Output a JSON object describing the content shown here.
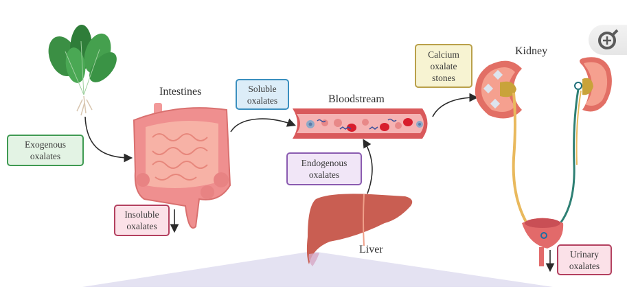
{
  "diagram": {
    "titles": {
      "intestines": "Intestines",
      "bloodstream": "Bloodstream",
      "kidney": "Kidney",
      "liver": "Liver"
    },
    "labels": {
      "exogenous": [
        "Exogenous",
        "oxalates"
      ],
      "soluble": [
        "Soluble",
        "oxalates"
      ],
      "insoluble": [
        "Insoluble",
        "oxalates"
      ],
      "endogenous": [
        "Endogenous",
        "oxalates"
      ],
      "calcium": [
        "Calcium",
        "oxalate",
        "stones"
      ],
      "urinary": [
        "Urinary",
        "oxalates"
      ]
    },
    "label_colors": {
      "exogenous": {
        "border": "#3f9a52",
        "fill": "#e3f3e4"
      },
      "soluble": {
        "border": "#3a8fbf",
        "fill": "#dcedf8"
      },
      "insoluble": {
        "border": "#b3405f",
        "fill": "#fbe1e8"
      },
      "endogenous": {
        "border": "#8a5bb0",
        "fill": "#f1e6f7"
      },
      "calcium": {
        "border": "#b9a04a",
        "fill": "#f7f3d2"
      },
      "urinary": {
        "border": "#b3405f",
        "fill": "#fbe1e8"
      }
    },
    "flow": [
      "Exogenous oxalates (plant) -> Intestines",
      "Intestines -> Insoluble oxalates (excreted)",
      "Intestines -> Soluble oxalates -> Bloodstream",
      "Liver -> Endogenous oxalates -> Bloodstream",
      "Bloodstream -> Kidney (Calcium oxalate stones)",
      "Kidney -> Bladder -> Urinary oxalates"
    ]
  },
  "ui": {
    "zoom_icon": "zoom-in-icon"
  }
}
